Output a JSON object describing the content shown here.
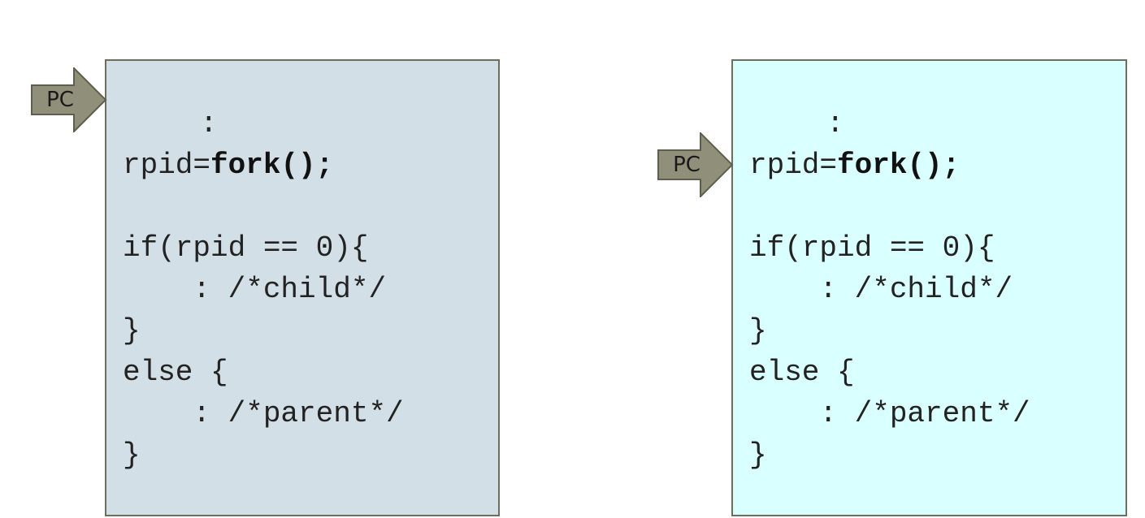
{
  "diagram": {
    "colors": {
      "parent_box_fill": "#d2dfe6",
      "child_box_fill": "#daffff",
      "box_border": "#6e6e5e",
      "arrow_fill": "#8f8f7a",
      "arrow_border": "#5e5e4c"
    },
    "parent_process": {
      "pc_label": "PC",
      "code": {
        "dots_top": ":",
        "assign_prefix": "rpid=",
        "fork_call": "fork();",
        "if_line": "if(rpid == 0){",
        "child_comment": "    : /*child*/",
        "close_if": "}",
        "else_line": "else {",
        "parent_comment": "    : /*parent*/",
        "close_else": "}"
      }
    },
    "child_process": {
      "pc_label": "PC",
      "code": {
        "dots_top": ":",
        "assign_prefix": "rpid=",
        "fork_call": "fork();",
        "if_line": "if(rpid == 0){",
        "child_comment": "    : /*child*/",
        "close_if": "}",
        "else_line": "else {",
        "parent_comment": "    : /*parent*/",
        "close_else": "}"
      }
    }
  }
}
